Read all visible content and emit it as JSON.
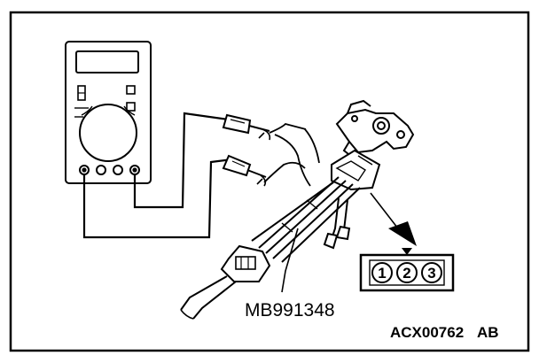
{
  "diagram": {
    "tool_label": "MB991348",
    "figure_code": "ACX00762",
    "figure_suffix": "AB",
    "connector_pins": [
      "1",
      "2",
      "3"
    ]
  },
  "colors": {
    "ink": "#000000",
    "paper": "#ffffff"
  },
  "icons": {
    "meter": "multimeter-icon",
    "sensor": "throttle-position-sensor-icon",
    "connector": "connector-pin-diagram"
  }
}
